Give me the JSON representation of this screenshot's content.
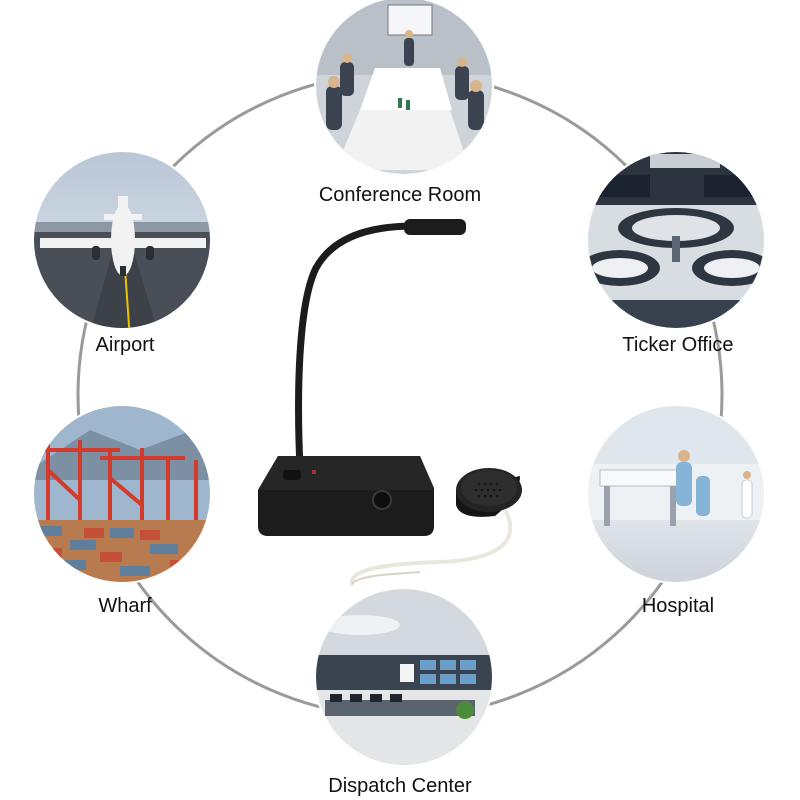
{
  "scenes": [
    {
      "id": "conference",
      "label": "Conference Room"
    },
    {
      "id": "airport",
      "label": "Airport"
    },
    {
      "id": "ticker",
      "label": "Ticker Office"
    },
    {
      "id": "wharf",
      "label": "Wharf"
    },
    {
      "id": "hospital",
      "label": "Hospital"
    },
    {
      "id": "dispatch",
      "label": "Dispatch Center"
    }
  ],
  "colors": {
    "ring": "#9a9a9a",
    "device": "#1c1c1c",
    "cable": "#e9e6dc"
  }
}
